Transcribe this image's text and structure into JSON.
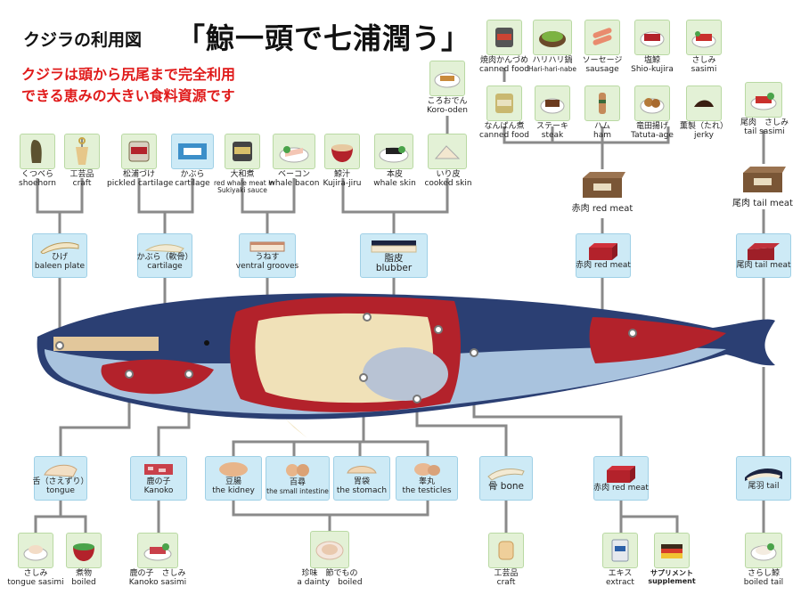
{
  "title": "クジラの利用図",
  "slogan": "「鯨一頭で七浦潤う」",
  "subtitle_line1": "クジラは頭から尻尾まで完全利用",
  "subtitle_line2": "できる恵みの大きい食料資源です",
  "products_top": {
    "kutsubera": {
      "jp": "くつべら",
      "en": "shoehorn"
    },
    "kogeihin1": {
      "jp": "工芸品",
      "en": "craft"
    },
    "matsuurazuke": {
      "jp": "松浦づけ",
      "en": "pickled cartilage"
    },
    "kabura_prod": {
      "jp": "かぶら",
      "en": "cartilage"
    },
    "yamatoni": {
      "jp": "大和煮",
      "en": "red whale meat in",
      "en2": "Sukiyaki sauce"
    },
    "bacon": {
      "jp": "ベーコン",
      "en": "whale bacon"
    },
    "kujirajiru": {
      "jp": "鯨汁",
      "en": "Kujira-jiru"
    },
    "honkawa": {
      "jp": "本皮",
      "en": "whale skin"
    },
    "irikawa": {
      "jp": "いり皮",
      "en": "cooked skin"
    },
    "korooden": {
      "jp": "ころおでん",
      "en": "Koro-oden"
    }
  },
  "products_meat_row1": [
    {
      "jp": "焼肉かんづめ",
      "en": "canned food"
    },
    {
      "jp": "ハリハリ鍋",
      "en": "Hari-hari-nabe"
    },
    {
      "jp": "ソーセージ",
      "en": "sausage"
    },
    {
      "jp": "塩鯨",
      "en": "Shio-kujira"
    },
    {
      "jp": "さしみ",
      "en": "sasimi"
    }
  ],
  "products_meat_row2": [
    {
      "jp": "なんばん煮",
      "en": "canned food"
    },
    {
      "jp": "ステーキ",
      "en": "steak"
    },
    {
      "jp": "ハム",
      "en": "ham"
    },
    {
      "jp": "竜田揚げ",
      "en": "Tatuta-age"
    },
    {
      "jp": "薫製（たれ）",
      "en": "jerky"
    }
  ],
  "tail_sashimi": {
    "jp": "尾肉　さしみ",
    "en": "tail sasimi"
  },
  "red_meat_box_label": "赤肉 red meat",
  "tail_meat_box_label": "尾肉 tail meat",
  "parts_upper": {
    "hige": {
      "jp": "ひげ",
      "en": "baleen plate"
    },
    "kabura": {
      "jp": "かぶら（軟骨）",
      "en": "cartilage"
    },
    "unesu": {
      "jp": "うねす",
      "en": "ventral grooves"
    },
    "shihi": {
      "jp": "脂皮",
      "en": "blubber"
    },
    "akaniku": {
      "jp": "赤肉 red meat"
    },
    "oniku": {
      "jp": "尾肉 tail meat"
    }
  },
  "parts_lower": {
    "shita": {
      "jp": "舌（さえずり）",
      "en": "tongue"
    },
    "kanoko": {
      "jp": "鹿の子",
      "en": "Kanoko"
    },
    "mame": {
      "jp": "豆腸",
      "en": "the kidney"
    },
    "hyakuhiro": {
      "jp": "百尋",
      "en": "the small intestine"
    },
    "ibukuro": {
      "jp": "胃袋",
      "en": "the stomach"
    },
    "kougan": {
      "jp": "睾丸",
      "en": "the testicles"
    },
    "hone": {
      "jp": "骨 bone"
    },
    "akaniku2": {
      "jp": "赤肉 red meat"
    },
    "obane": {
      "jp": "尾羽 tail"
    }
  },
  "products_bottom": {
    "shita_sashimi": {
      "jp": "さしみ",
      "en": "tongue sasimi"
    },
    "nimono": {
      "jp": "煮物",
      "en": "boiled"
    },
    "kanoko_sashimi": {
      "jp": "鹿の子　さしみ",
      "en": "Kanoko sasimi"
    },
    "chinmi": {
      "jp": "珍味　節でもの",
      "en": "a dainty　boiled"
    },
    "kogeihin2": {
      "jp": "工芸品",
      "en": "craft"
    },
    "ekisu": {
      "jp": "エキス",
      "en": "extract"
    },
    "supplement": {
      "jp": "サプリメント",
      "en": "supplement"
    },
    "sarashi": {
      "jp": "さらし鯨",
      "en": "boiled tail"
    }
  },
  "colors": {
    "subtitle": "#e01a1a",
    "box_green": "#e3f1d6",
    "box_blue": "#cdeaf6",
    "whale_body": "#2b3f73",
    "whale_belly": "#a9c3de",
    "meat_red": "#b3222b",
    "line": "#8a8a8a"
  }
}
